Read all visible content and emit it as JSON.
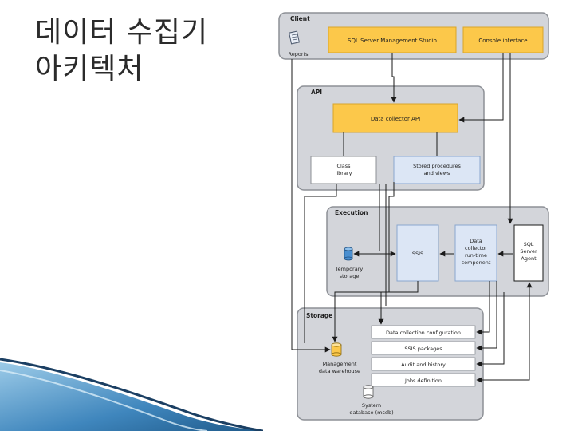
{
  "slide": {
    "title_line1": "데이터 수집기",
    "title_line2": "아키텍처"
  },
  "diagram": {
    "sections": {
      "client": "Client",
      "api": "API",
      "execution": "Execution",
      "storage": "Storage"
    },
    "nodes": {
      "ssms": "SQL Server Management Studio",
      "console": "Console interface",
      "reports": "Reports",
      "dc_api": "Data collector API",
      "class_lib": [
        "Class",
        "library"
      ],
      "stored_procs": [
        "Stored procedures",
        "and views"
      ],
      "ssis": "SSIS",
      "dc_runtime": [
        "Data",
        "collector",
        "run-time",
        "component"
      ],
      "sql_agent": [
        "SQL",
        "Server",
        "Agent"
      ],
      "temp_storage": [
        "Temporary",
        "storage"
      ],
      "mdw": [
        "Management",
        "data warehouse"
      ],
      "msdb": [
        "System",
        "database (msdb)"
      ]
    },
    "storage_rows": [
      "Data collection configuration",
      "SSIS packages",
      "Audit and history",
      "Jobs definition"
    ],
    "colors": {
      "panel_fill": "#d3d5da",
      "panel_stroke": "#8d9096",
      "accent_orange": "#fcc84a",
      "light_blue": "#dce6f5",
      "blue_stroke": "#8aa6cf",
      "arrow": "#1a1a1a",
      "wave_blue": "#1f5a8a",
      "wave_light": "#9ccbe8"
    }
  }
}
